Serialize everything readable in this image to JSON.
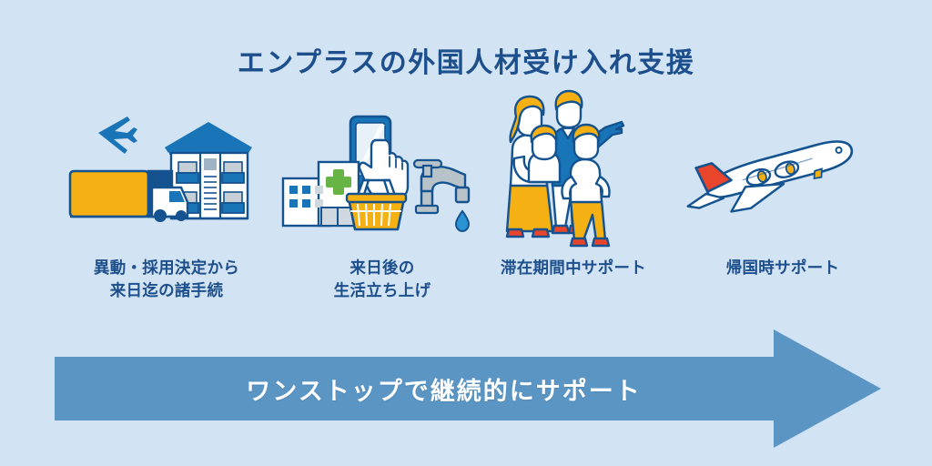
{
  "header": {
    "title": "エンプラスの外国人材受け入れ支援"
  },
  "colors": {
    "background": "#d2e3f3",
    "navy_text": "#1d4f8c",
    "arrow_blue": "#5b95c4",
    "icon_blue": "#1974b8",
    "icon_dark_blue": "#14538f",
    "icon_yellow": "#f5b014",
    "icon_red": "#e8452c",
    "icon_green": "#67b346",
    "icon_white": "#ffffff",
    "icon_gray": "#a9b5bc"
  },
  "steps": [
    {
      "index": 1,
      "icon_name": "relocation-truck-apartment-airplane-icon",
      "label_lines": [
        "異動・採用決定から",
        "来日迄の諸手続"
      ]
    },
    {
      "index": 2,
      "icon_name": "smartphone-hospital-basket-faucet-icon",
      "label_lines": [
        "来日後の",
        "生活立ち上げ"
      ]
    },
    {
      "index": 3,
      "icon_name": "family-of-four-icon",
      "label_lines": [
        "滞在期間中サポート"
      ]
    },
    {
      "index": 4,
      "icon_name": "airplane-icon",
      "label_lines": [
        "帰国時サポート"
      ]
    }
  ],
  "banner": {
    "icon_name": "right-arrow-banner",
    "text": "ワンストップで継続的にサポート"
  }
}
